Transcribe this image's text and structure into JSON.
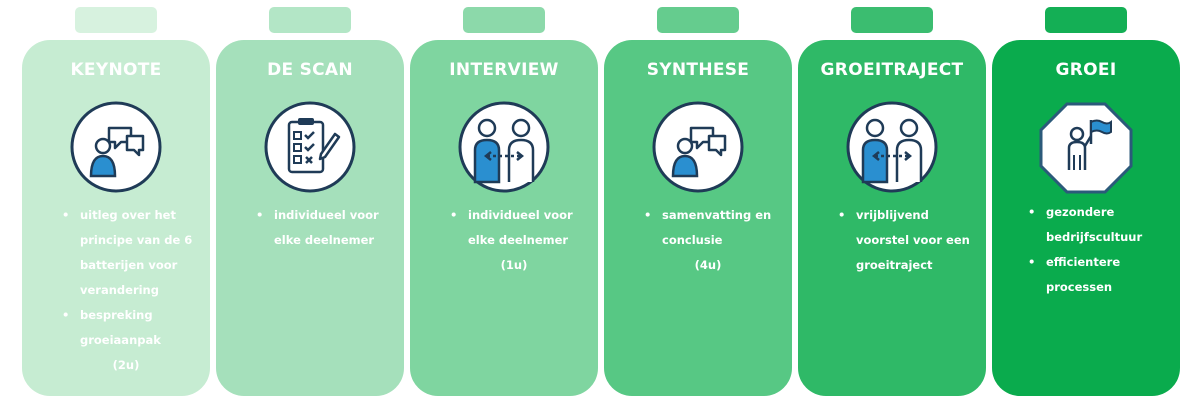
{
  "steps": [
    {
      "title": "KEYNOTE",
      "icon": "chat-person-icon",
      "color": "#c6ecd2",
      "tab_color": "#d7f2df",
      "bullets": [
        "uitleg over het principe van de  6 batterijen voor verandering",
        "bespreking groeiaanpak"
      ],
      "extra": "(2u)"
    },
    {
      "title": "DE SCAN",
      "icon": "checklist-icon",
      "color": "#a5e0bb",
      "tab_color": "#b3e6c6",
      "bullets": [
        "individueel voor elke deelnemer"
      ],
      "extra": ""
    },
    {
      "title": "INTERVIEW",
      "icon": "interview-icon",
      "color": "#7fd5a0",
      "tab_color": "#8cd9aa",
      "bullets": [
        "individueel voor elke deelnemer"
      ],
      "extra": "(1u)"
    },
    {
      "title": "SYNTHESE",
      "icon": "chat-person-icon",
      "color": "#57c884",
      "tab_color": "#65cc8e",
      "bullets": [
        "samenvatting en conclusie"
      ],
      "extra": "(4u)"
    },
    {
      "title": "GROEITRAJECT",
      "icon": "interview-icon",
      "color": "#2fb967",
      "tab_color": "#3bbd70",
      "bullets": [
        "vrijblijvend voorstel voor een groeitraject"
      ],
      "extra": ""
    },
    {
      "title": "GROEI",
      "icon": "leader-flag-icon",
      "color": "#0aab4d",
      "tab_color": "#14af55",
      "bullets": [
        "gezondere bedrijfscultuur",
        "efficientere processen"
      ],
      "extra": ""
    }
  ]
}
